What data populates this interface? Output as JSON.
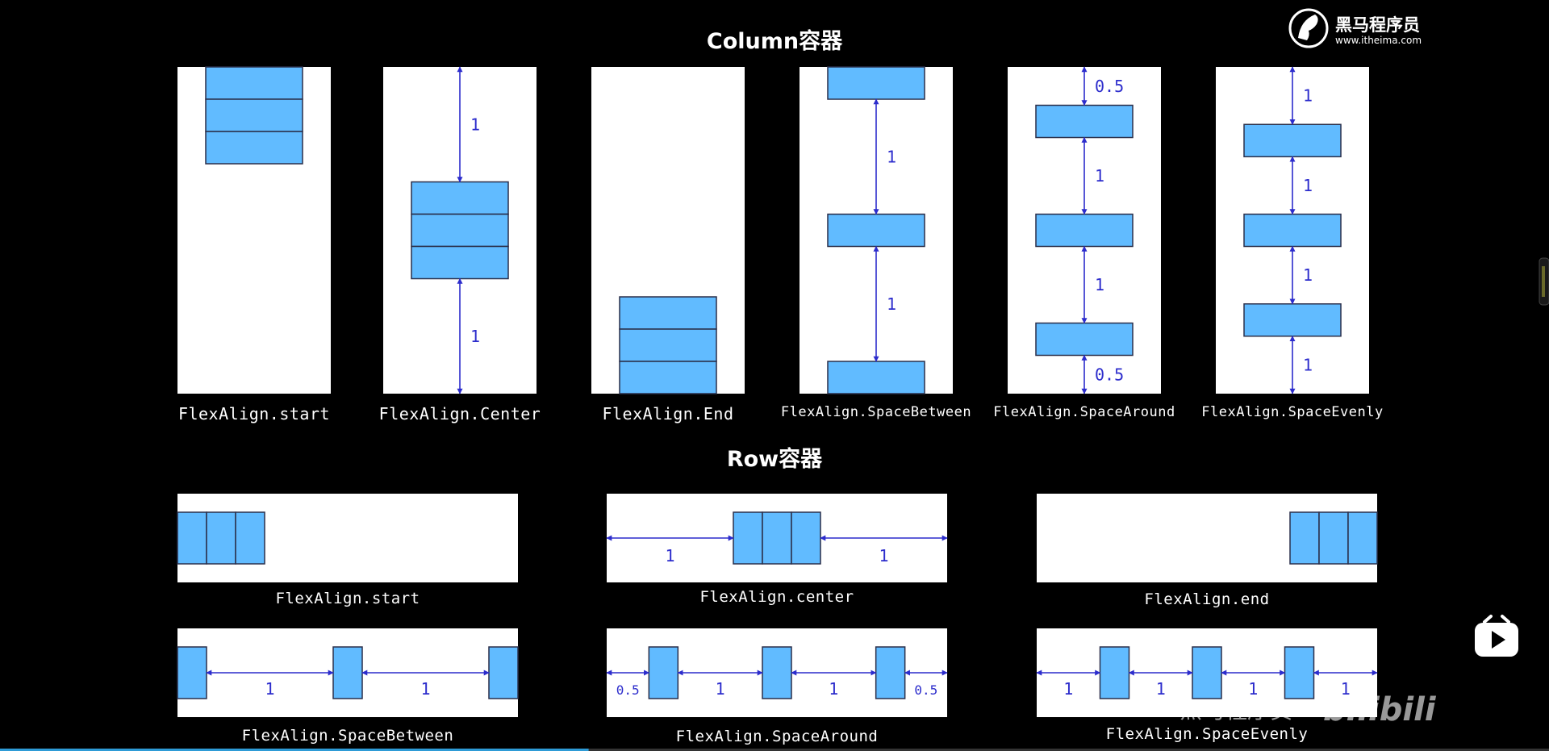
{
  "title_column": "Column容器",
  "title_row": "Row容器",
  "brand": {
    "name": "黑马程序员",
    "url": "www.itheima.com"
  },
  "watermark": {
    "text": "黑马程序员",
    "logo_text": "bilibili"
  },
  "colors": {
    "background": "#000000",
    "panel": "#ffffff",
    "block_fill": "#61bbff",
    "block_stroke": "#2a2f4a",
    "arrow": "#2c2ccc",
    "caption": "#ffffff",
    "progress": "#2e9bd6"
  },
  "column_diagrams": [
    {
      "id": "col-start",
      "caption": "FlexAlign.start",
      "mode": "start",
      "labels": []
    },
    {
      "id": "col-center",
      "caption": "FlexAlign.Center",
      "mode": "center",
      "labels": [
        "1",
        "1"
      ]
    },
    {
      "id": "col-end",
      "caption": "FlexAlign.End",
      "mode": "end",
      "labels": []
    },
    {
      "id": "col-space-between",
      "caption": "FlexAlign.SpaceBetween",
      "mode": "between",
      "labels": [
        "1",
        "1"
      ]
    },
    {
      "id": "col-space-around",
      "caption": "FlexAlign.SpaceAround",
      "mode": "around",
      "labels": [
        "0.5",
        "1",
        "1",
        "0.5"
      ]
    },
    {
      "id": "col-space-evenly",
      "caption": "FlexAlign.SpaceEvenly",
      "mode": "evenly",
      "labels": [
        "1",
        "1",
        "1",
        "1"
      ]
    }
  ],
  "row_diagrams": [
    {
      "id": "row-start",
      "caption": "FlexAlign.start",
      "mode": "start",
      "labels": []
    },
    {
      "id": "row-center",
      "caption": "FlexAlign.center",
      "mode": "center",
      "labels": [
        "1",
        "1"
      ]
    },
    {
      "id": "row-end",
      "caption": "FlexAlign.end",
      "mode": "end",
      "labels": []
    },
    {
      "id": "row-space-between",
      "caption": "FlexAlign.SpaceBetween",
      "mode": "between",
      "labels": [
        "1",
        "1"
      ]
    },
    {
      "id": "row-space-around",
      "caption": "FlexAlign.SpaceAround",
      "mode": "around",
      "labels": [
        "0.5",
        "1",
        "1",
        "0.5"
      ]
    },
    {
      "id": "row-space-evenly",
      "caption": "FlexAlign.SpaceEvenly",
      "mode": "evenly",
      "labels": [
        "1",
        "1",
        "1",
        "1"
      ]
    }
  ],
  "video": {
    "progress": 0.38
  }
}
